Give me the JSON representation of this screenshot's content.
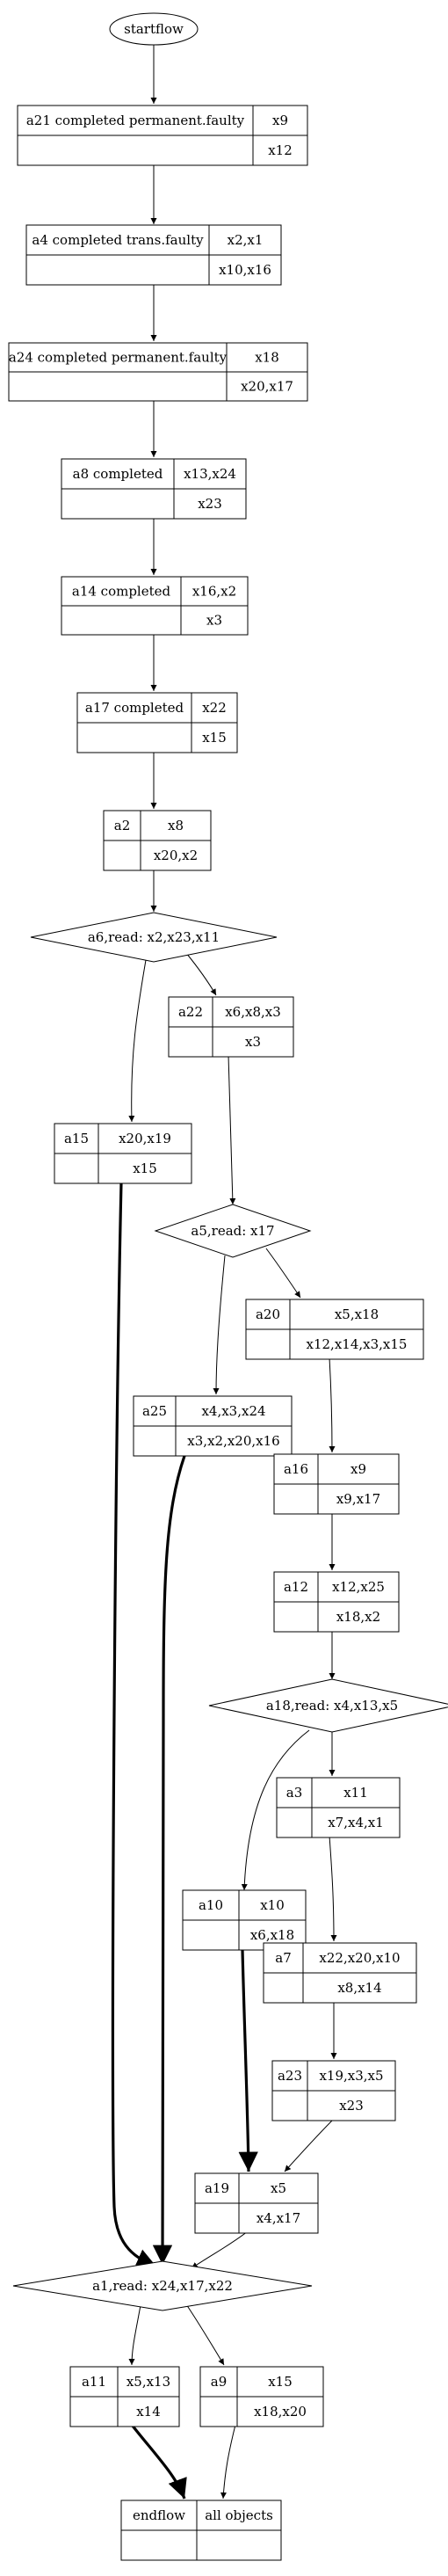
{
  "start": "startflow",
  "end": {
    "name": "endflow",
    "label": "all objects"
  },
  "tasks": {
    "a21": {
      "label": "a21 completed permanent.faulty",
      "top": "x9",
      "bottom": "x12"
    },
    "a4": {
      "label": "a4 completed trans.faulty",
      "top": "x2,x1",
      "bottom": "x10,x16"
    },
    "a24": {
      "label": "a24 completed permanent.faulty",
      "top": "x18",
      "bottom": "x20,x17"
    },
    "a8": {
      "label": "a8 completed",
      "top": "x13,x24",
      "bottom": "x23"
    },
    "a14": {
      "label": "a14 completed",
      "top": "x16,x2",
      "bottom": "x3"
    },
    "a17": {
      "label": "a17 completed",
      "top": "x22",
      "bottom": "x15"
    },
    "a2": {
      "label": "a2",
      "top": "x8",
      "bottom": "x20,x2"
    },
    "a22": {
      "label": "a22",
      "top": "x6,x8,x3",
      "bottom": "x3"
    },
    "a15": {
      "label": "a15",
      "top": "x20,x19",
      "bottom": "x15"
    },
    "a20": {
      "label": "a20",
      "top": "x5,x18",
      "bottom": "x12,x14,x3,x15"
    },
    "a25": {
      "label": "a25",
      "top": "x4,x3,x24",
      "bottom": "x3,x2,x20,x16"
    },
    "a16": {
      "label": "a16",
      "top": "x9",
      "bottom": "x9,x17"
    },
    "a12": {
      "label": "a12",
      "top": "x12,x25",
      "bottom": "x18,x2"
    },
    "a3": {
      "label": "a3",
      "top": "x11",
      "bottom": "x7,x4,x1"
    },
    "a10": {
      "label": "a10",
      "top": "x10",
      "bottom": "x6,x18"
    },
    "a7": {
      "label": "a7",
      "top": "x22,x20,x10",
      "bottom": "x8,x14"
    },
    "a23": {
      "label": "a23",
      "top": "x19,x3,x5",
      "bottom": "x23"
    },
    "a19": {
      "label": "a19",
      "top": "x5",
      "bottom": "x4,x17"
    },
    "a11": {
      "label": "a11",
      "top": "x5,x13",
      "bottom": "x14"
    },
    "a9": {
      "label": "a9",
      "top": "x15",
      "bottom": "x18,x20"
    }
  },
  "decisions": {
    "a6": "a6,read: x2,x23,x11",
    "a5": "a5,read: x17",
    "a18": "a18,read: x4,x13,x5",
    "a1": "a1,read: x24,x17,x22"
  }
}
